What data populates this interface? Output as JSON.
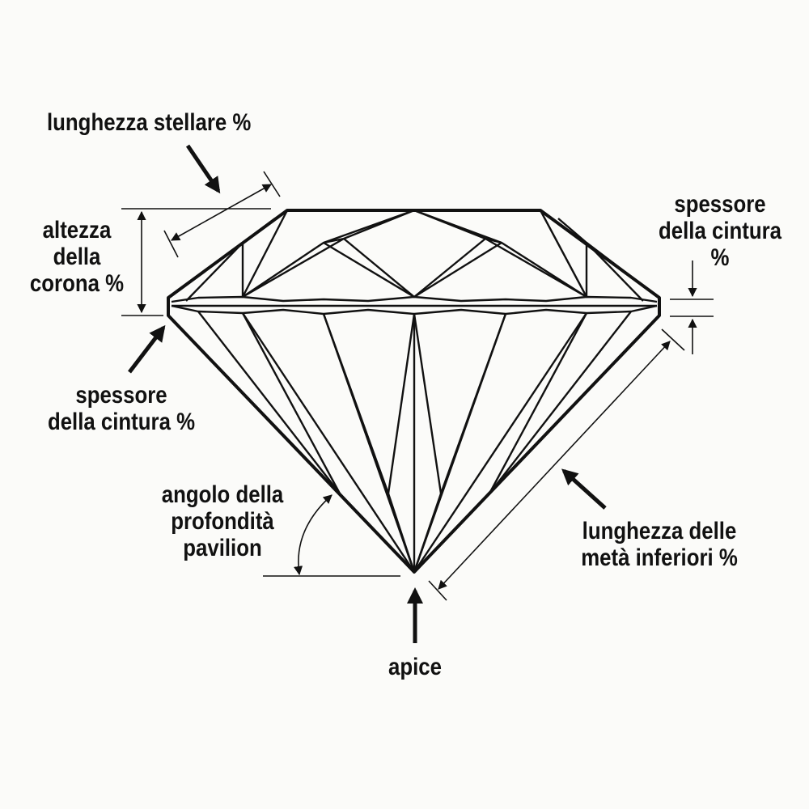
{
  "labels": {
    "star_length": "lunghezza stellare %",
    "crown_height": [
      "altezza",
      "della",
      "corona %"
    ],
    "girdle_thickness_left": [
      "spessore",
      "della cintura %"
    ],
    "girdle_thickness_right": [
      "spessore",
      "della cintura",
      "%"
    ],
    "pavilion_depth_angle": [
      "angolo della",
      "profondità",
      "pavilion"
    ],
    "lower_half_length": [
      "lunghezza delle",
      "metà inferiori %"
    ],
    "culet": "apice"
  },
  "colors": {
    "line": "#111111",
    "background": "#fbfbf9"
  }
}
